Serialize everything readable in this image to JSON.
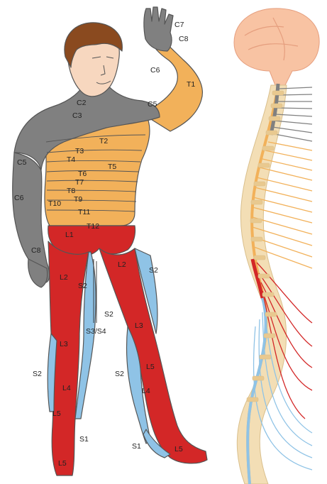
{
  "colors": {
    "cervical": "#808080",
    "thoracic": "#f2b15a",
    "lumbar": "#d32727",
    "sacral": "#8fc3e6",
    "skin": "#f7d7bf",
    "hair": "#8a4a1f",
    "bone": "#f3deb5",
    "brain": "#f8c3a3"
  },
  "dermatome_labels": {
    "c7": "C7",
    "c8_hand": "C8",
    "c6_hand": "C6",
    "t1": "T1",
    "c2": "C2",
    "c3": "C3",
    "c5_shoulder": "C5",
    "t2": "T2",
    "t3": "T3",
    "t4": "T4",
    "t5": "T5",
    "t6": "T6",
    "t7": "T7",
    "t8": "T8",
    "t9": "T9",
    "t10": "T10",
    "t11": "T11",
    "t12": "T12",
    "c5_arm": "C5",
    "c6_arm": "C6",
    "c8_arm": "C8",
    "l1": "L1",
    "l2_left": "L2",
    "l2_right": "L2",
    "s2_inner": "S2",
    "s2_outer_right": "S2",
    "s2_mid": "S2",
    "s3s4": "S3/S4",
    "l3_left": "L3",
    "l3_right": "L3",
    "s2_left_shin": "S2",
    "s2_right_shin": "S2",
    "l4_left": "L4",
    "l4_right": "L4",
    "l5_left": "L5",
    "l5_right": "L5",
    "s1_left": "S1",
    "s1_right": "S1",
    "l5_left_foot": "L5",
    "l5_right_foot": "L5"
  }
}
